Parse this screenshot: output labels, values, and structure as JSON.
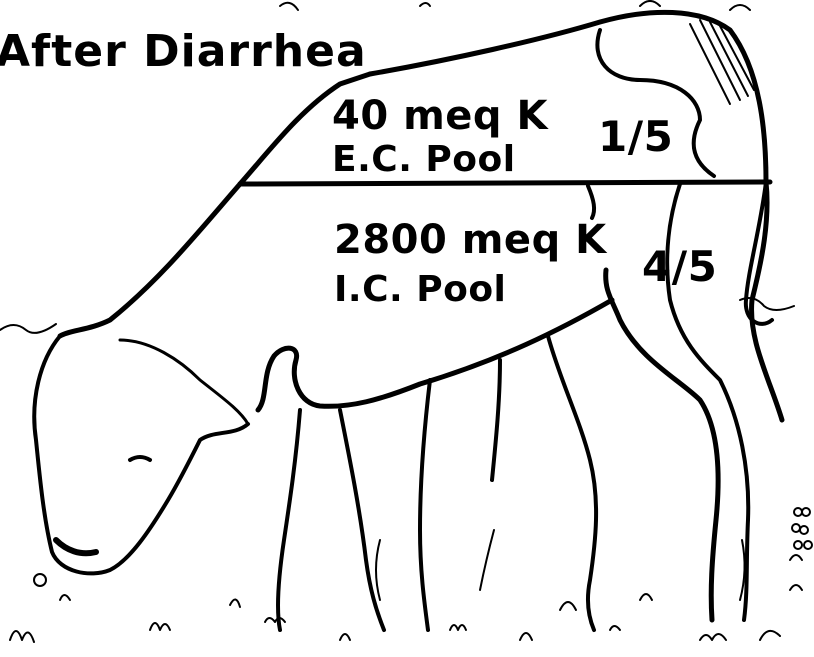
{
  "title": "After Diarrhea",
  "extracellular": {
    "amount": "40 meq K",
    "pool": "E.C. Pool",
    "fraction": "1/5"
  },
  "intracellular": {
    "amount": "2800 meq K",
    "pool": "I.C. Pool",
    "fraction": "4/5"
  },
  "colors": {
    "ink": "#000000",
    "paper": "#ffffff"
  }
}
